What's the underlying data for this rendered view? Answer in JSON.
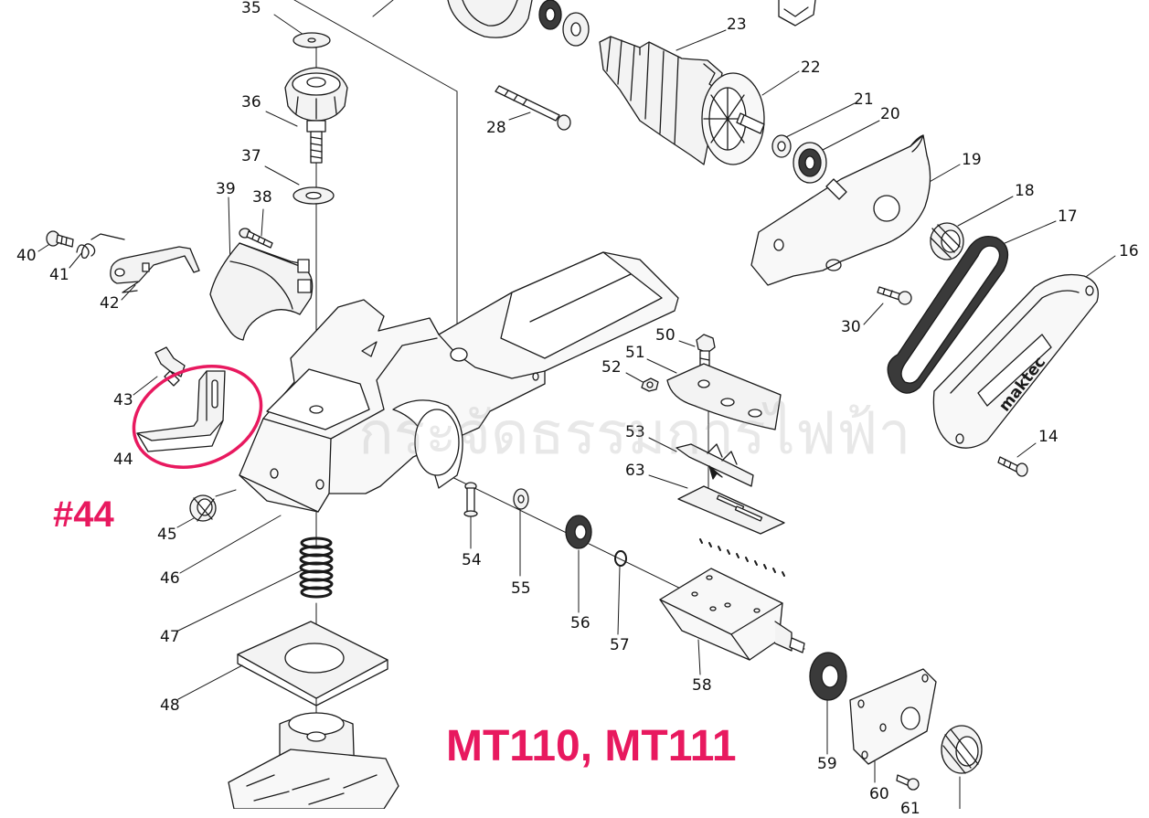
{
  "colors": {
    "line": "#1a1a1a",
    "accent": "#e8195f",
    "watermark": "#9a9a9a",
    "fill_light": "#f3f3f3",
    "fill_dark": "#3a3a3a"
  },
  "diagram": {
    "part_numbers": [
      "14",
      "16",
      "17",
      "18",
      "19",
      "20",
      "21",
      "22",
      "23",
      "28",
      "30",
      "35",
      "36",
      "37",
      "38",
      "39",
      "40",
      "41",
      "42",
      "43",
      "44",
      "45",
      "46",
      "47",
      "48",
      "50",
      "51",
      "52",
      "53",
      "54",
      "55",
      "56",
      "57",
      "58",
      "59",
      "60",
      "61",
      "63"
    ],
    "highlight_label": "#44",
    "model_label": "MT110, MT111",
    "watermark_text": "กระจัดธรรมการไฟฟ้า",
    "brand_text": "maktec"
  }
}
